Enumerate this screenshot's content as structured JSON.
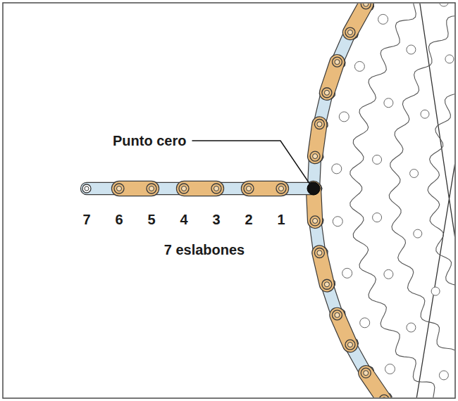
{
  "diagram": {
    "labels": [
      "Punto cero",
      "7",
      "6",
      "5",
      "4",
      "3",
      "2",
      "1",
      "7 eslabones"
    ]
  }
}
